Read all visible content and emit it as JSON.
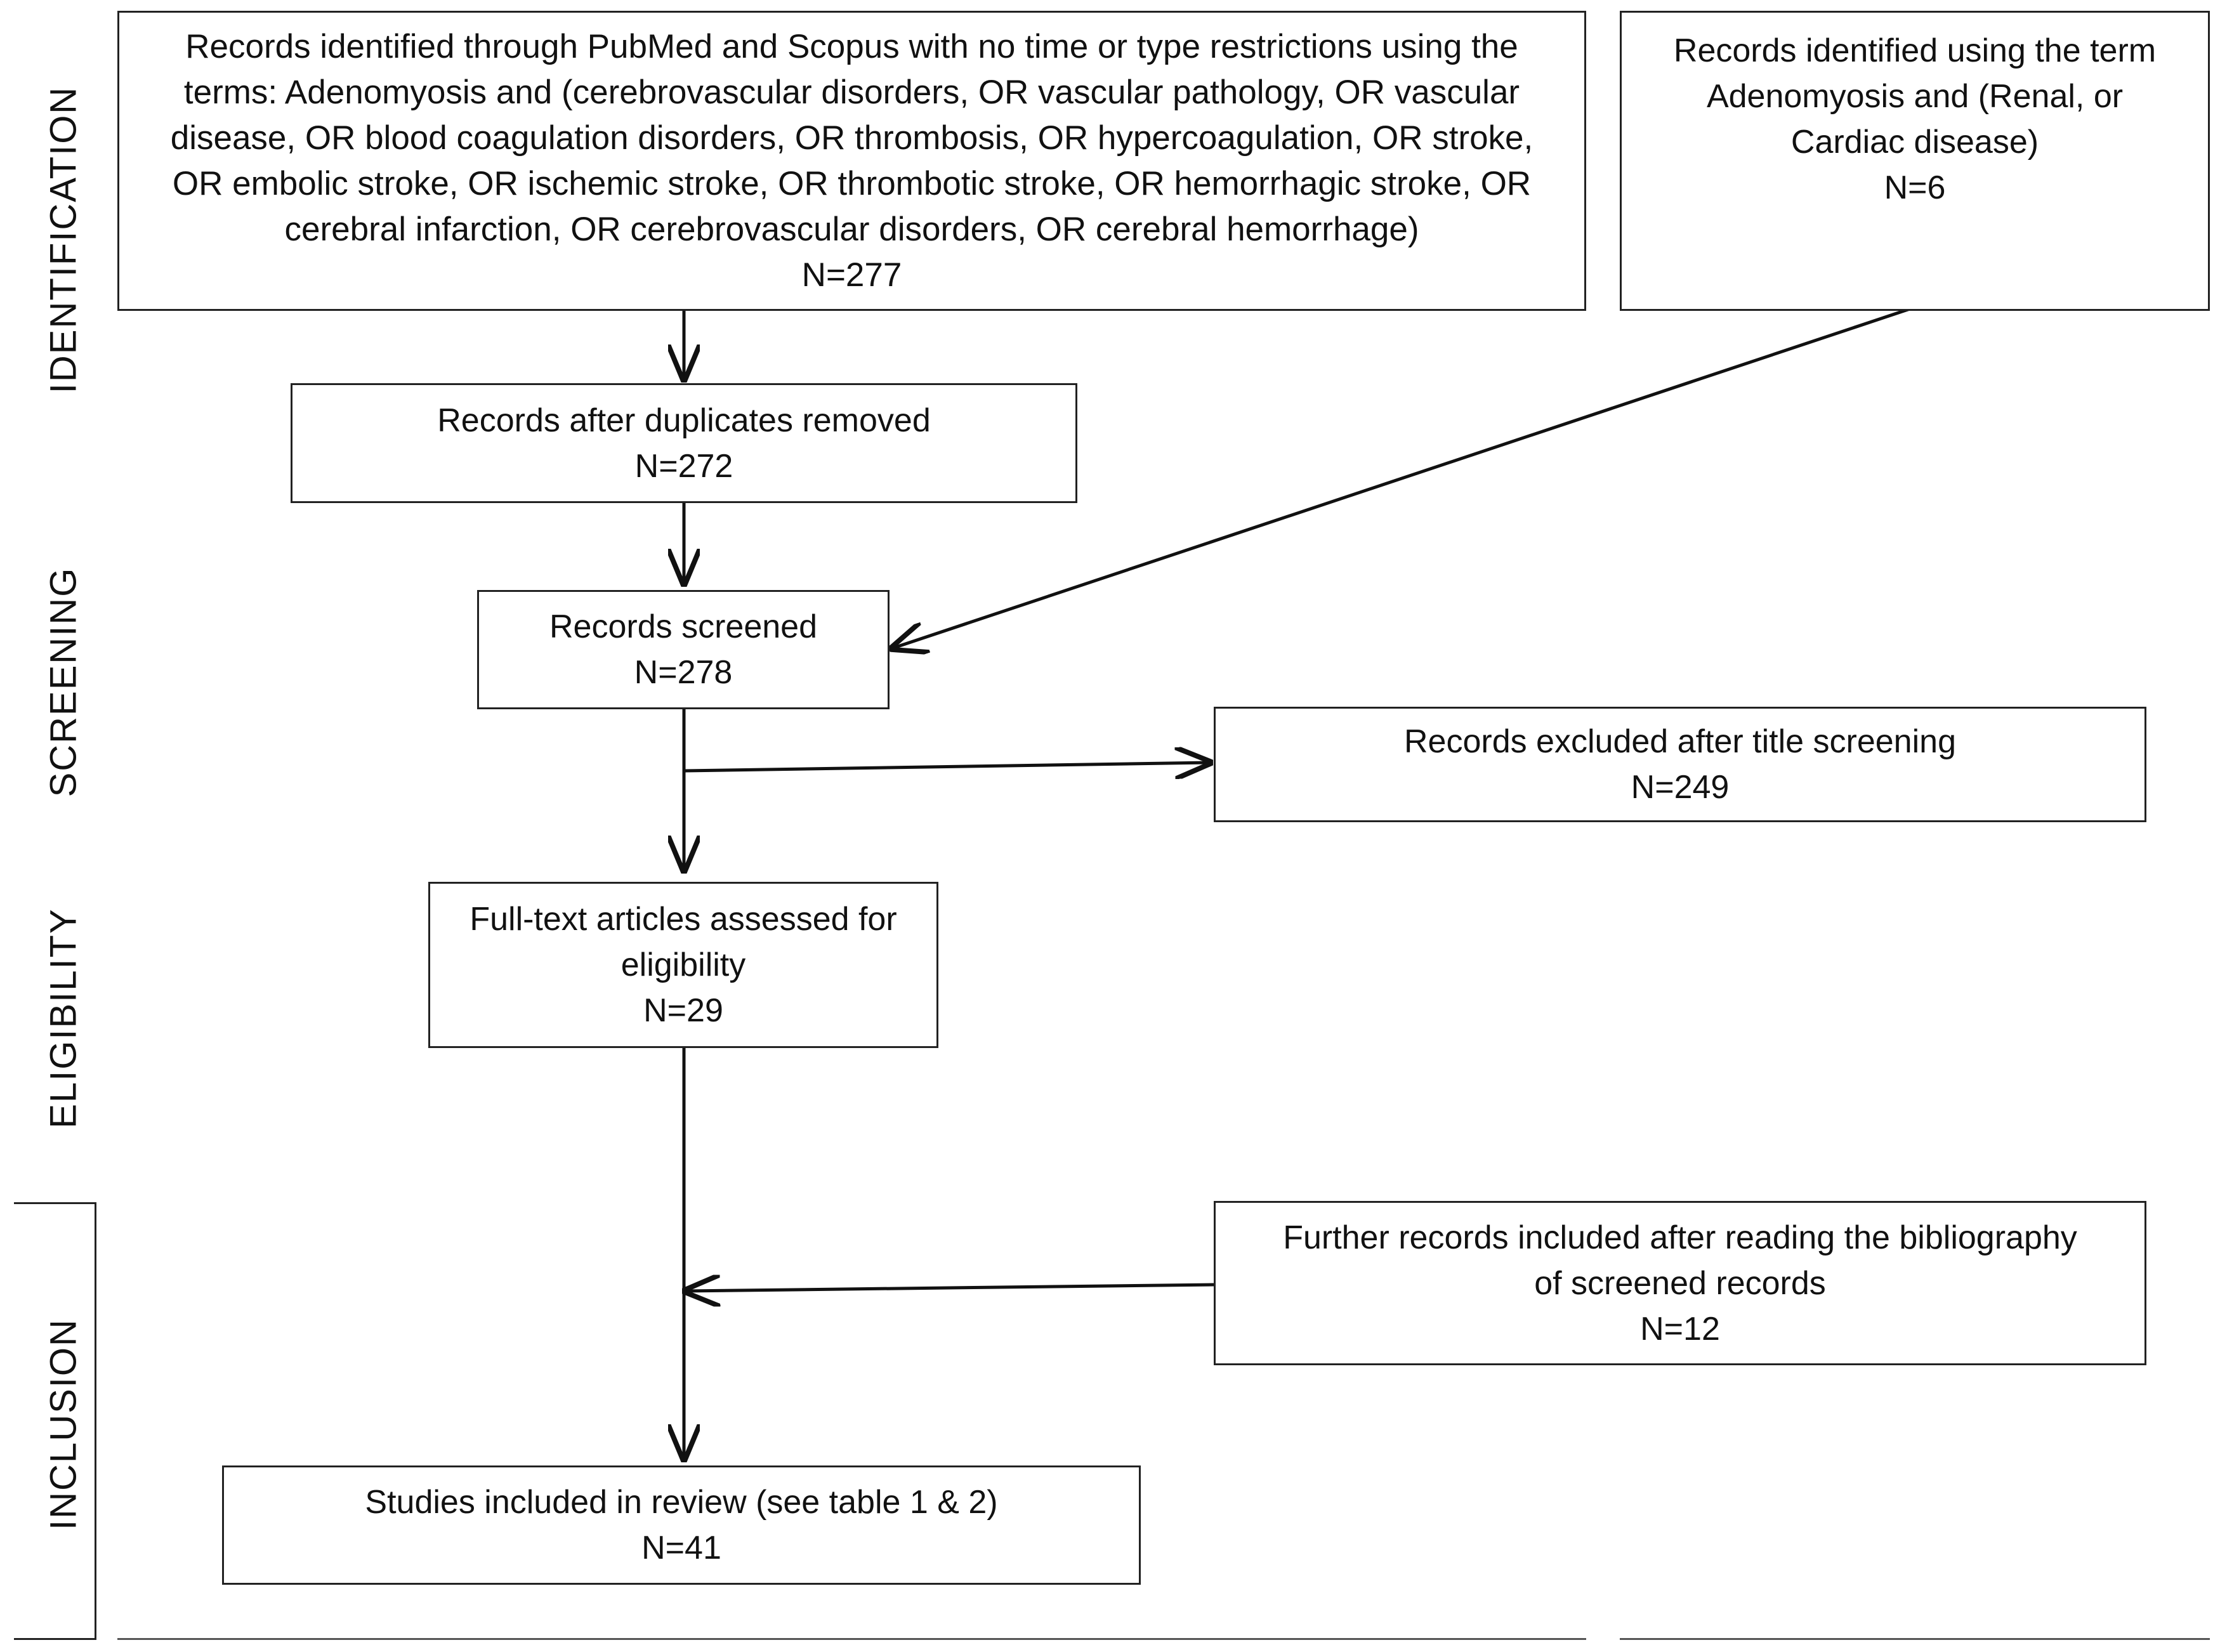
{
  "stages": {
    "identification": "IDENTIFICATION",
    "screening": "SCREENING",
    "eligibility": "ELIGIBILITY",
    "inclusion": "INCLUSION"
  },
  "boxes": {
    "identified_main": {
      "lines": [
        "Records identified through PubMed and Scopus with no time or type restrictions using the",
        "terms: Adenomyosis  and (cerebrovascular disorders, OR vascular pathology, OR vascular",
        "disease, OR blood coagulation disorders, OR thrombosis, OR hypercoagulation, OR stroke,",
        "OR embolic stroke, OR ischemic stroke, OR thrombotic stroke, OR hemorrhagic stroke, OR",
        "cerebral infarction, OR cerebrovascular disorders, OR cerebral hemorrhage)",
        "N=277"
      ]
    },
    "identified_extra": {
      "lines": [
        "Records identified using the term",
        "Adenomyosis and (Renal, or",
        "Cardiac disease)",
        "N=6"
      ]
    },
    "duplicates_removed": {
      "lines": [
        "Records after duplicates removed",
        "N=272"
      ]
    },
    "screened": {
      "lines": [
        "Records screened",
        "N=278"
      ]
    },
    "excluded": {
      "lines": [
        "Records excluded after title screening",
        "N=249"
      ]
    },
    "full_text": {
      "lines": [
        "Full-text articles assessed for",
        "eligibility",
        "N=29"
      ]
    },
    "further_records": {
      "lines": [
        "Further records included after reading the bibliography",
        "of screened records",
        "N=12"
      ]
    },
    "included": {
      "lines": [
        "Studies included in review (see table 1 & 2)",
        "N=41"
      ]
    }
  }
}
